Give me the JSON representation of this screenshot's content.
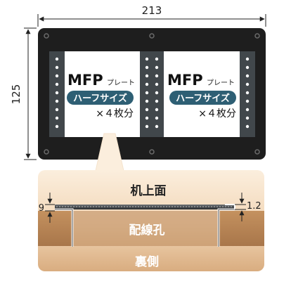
{
  "dimensions": {
    "width": "213",
    "height": "125",
    "edge_height": "9",
    "plate_thickness": "1.2"
  },
  "plates": [
    {
      "brand": "MFP",
      "small": "プレート",
      "pill": "ハーフサイズ",
      "count": "×４枚分"
    },
    {
      "brand": "MFP",
      "small": "プレート",
      "pill": "ハーフサイズ",
      "count": "×４枚分"
    }
  ],
  "section": {
    "desk_top": "机上面",
    "cable_hole": "配線孔",
    "back_side": "裏側"
  },
  "colors": {
    "frame": "#1f1f1f",
    "rail": "#454b4f",
    "pill": "#2e5f74",
    "desk": "#b98757",
    "section_bg": "#f3dcc0"
  }
}
